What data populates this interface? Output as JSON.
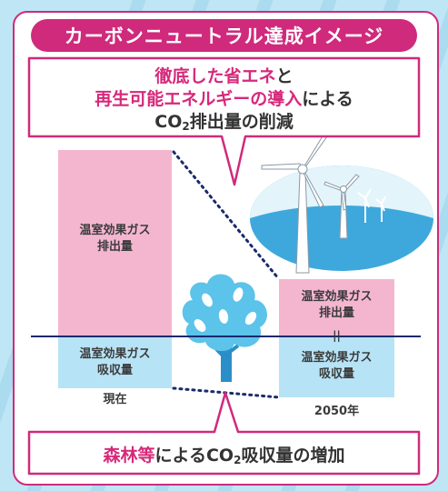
{
  "title": "カーボンニュートラル達成イメージ",
  "callout_top": {
    "line1_pink": "徹底した省エネ",
    "line1_dark": "と",
    "line2_pink": "再生可能エネルギーの導入",
    "line2_dark": "による",
    "line3_co": "CO",
    "line3_sub": "2",
    "line3_rest": "排出量の削減"
  },
  "current": {
    "emission_label": "温室効果ガス 排出量",
    "absorption_label": "温室効果ガス 吸収量",
    "axis_label": "現在"
  },
  "future": {
    "emission_label": "温室効果ガス 排出量",
    "equals": "||",
    "absorption_label": "温室効果ガス 吸収量",
    "axis_label": "2050年"
  },
  "callout_bottom": {
    "pink": "森林等",
    "dark1": "による",
    "co": "CO",
    "sub": "2",
    "dark2": "吸収量の増加"
  },
  "colors": {
    "accent": "#d02a7c",
    "emission": "#f4b6cf",
    "absorption": "#b7e3f6",
    "axis": "#1a2a6c",
    "sea": "#3ea8dc",
    "tree": "#5cc3ea",
    "trunk": "#2a8fc8"
  }
}
